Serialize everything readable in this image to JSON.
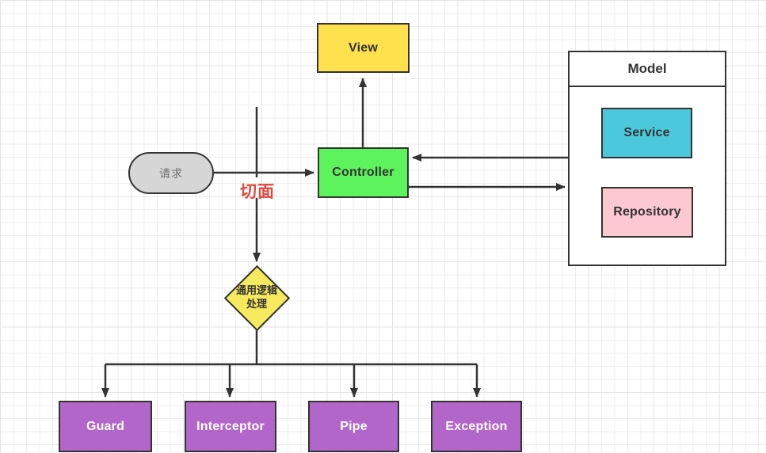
{
  "canvas": {
    "background": "#ffffff",
    "grid_line_color": "#ededed",
    "stroke_color": "#333333"
  },
  "nodes": {
    "request": {
      "label": "请求",
      "fill": "#d6d6d6",
      "text_color": "#6e6e6e"
    },
    "aspect": {
      "label": "切面",
      "color": "#e4473f"
    },
    "view": {
      "label": "View",
      "fill": "#ffe14d"
    },
    "controller": {
      "label": "Controller",
      "fill": "#5cf35c"
    },
    "model": {
      "label": "Model",
      "fill": "#ffffff"
    },
    "service": {
      "label": "Service",
      "fill": "#4cc8dd"
    },
    "repository": {
      "label": "Repository",
      "fill": "#fcc8d2"
    },
    "decision": {
      "label": "通用逻辑处理",
      "line1": "通用逻辑",
      "line2": "处理",
      "fill": "#f6e95e"
    },
    "guard": {
      "label": "Guard",
      "fill": "#b366c9",
      "text_color": "#ffffff"
    },
    "interceptor": {
      "label": "Interceptor",
      "fill": "#b366c9",
      "text_color": "#ffffff"
    },
    "pipe": {
      "label": "Pipe",
      "fill": "#b366c9",
      "text_color": "#ffffff"
    },
    "exception": {
      "label": "Exception",
      "fill": "#b366c9",
      "text_color": "#ffffff"
    }
  },
  "edges": [
    {
      "from": "request",
      "to": "controller"
    },
    {
      "from": "controller",
      "to": "view"
    },
    {
      "from": "model",
      "to": "controller"
    },
    {
      "from": "controller",
      "to": "model"
    },
    {
      "from": "aspect",
      "to": "decision"
    },
    {
      "from": "decision",
      "to": "guard"
    },
    {
      "from": "decision",
      "to": "interceptor"
    },
    {
      "from": "decision",
      "to": "pipe"
    },
    {
      "from": "decision",
      "to": "exception"
    }
  ]
}
